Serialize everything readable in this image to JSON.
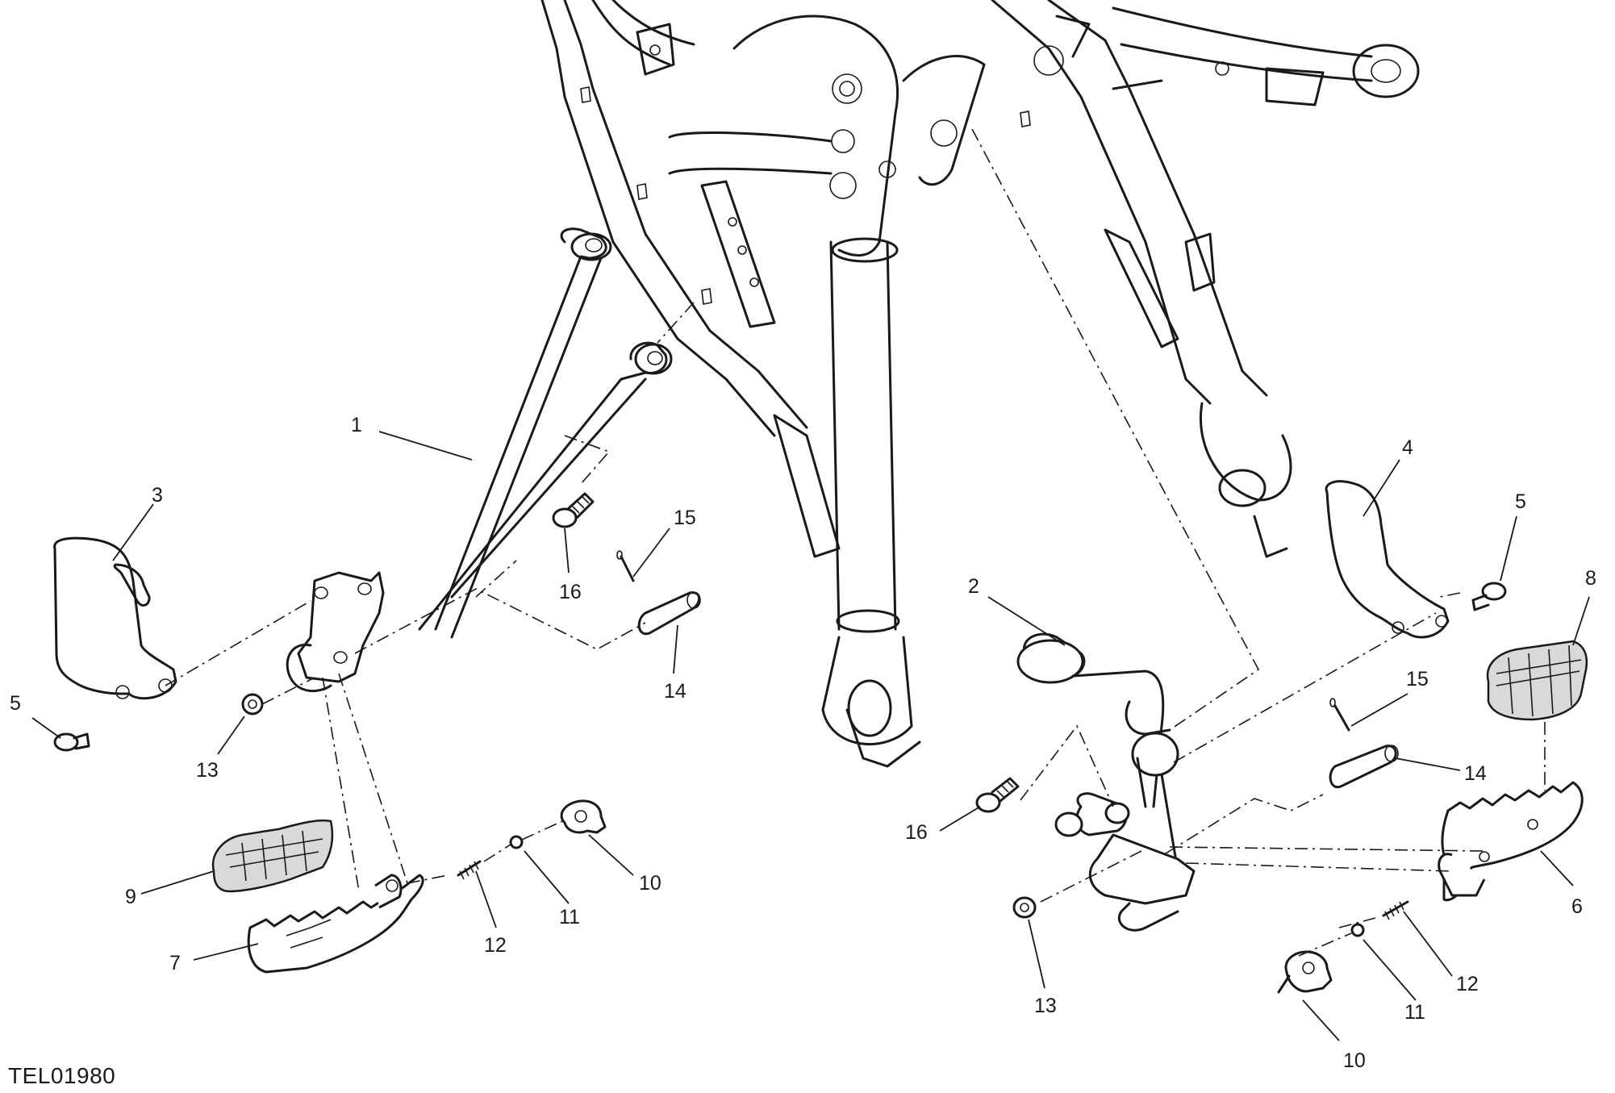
{
  "drawing_code": "TEL01980",
  "callouts": [
    {
      "id": "c1",
      "label": "1"
    },
    {
      "id": "c2",
      "label": "2"
    },
    {
      "id": "c3",
      "label": "3"
    },
    {
      "id": "c4",
      "label": "4"
    },
    {
      "id": "c5l",
      "label": "5"
    },
    {
      "id": "c5r",
      "label": "5"
    },
    {
      "id": "c6",
      "label": "6"
    },
    {
      "id": "c7",
      "label": "7"
    },
    {
      "id": "c8",
      "label": "8"
    },
    {
      "id": "c9",
      "label": "9"
    },
    {
      "id": "c10l",
      "label": "10"
    },
    {
      "id": "c10r",
      "label": "10"
    },
    {
      "id": "c11l",
      "label": "11"
    },
    {
      "id": "c11r",
      "label": "11"
    },
    {
      "id": "c12l",
      "label": "12"
    },
    {
      "id": "c12r",
      "label": "12"
    },
    {
      "id": "c13l",
      "label": "13"
    },
    {
      "id": "c13r",
      "label": "13"
    },
    {
      "id": "c14l",
      "label": "14"
    },
    {
      "id": "c14r",
      "label": "14"
    },
    {
      "id": "c15l",
      "label": "15"
    },
    {
      "id": "c15r",
      "label": "15"
    },
    {
      "id": "c16l",
      "label": "16"
    },
    {
      "id": "c16r",
      "label": "16"
    }
  ]
}
